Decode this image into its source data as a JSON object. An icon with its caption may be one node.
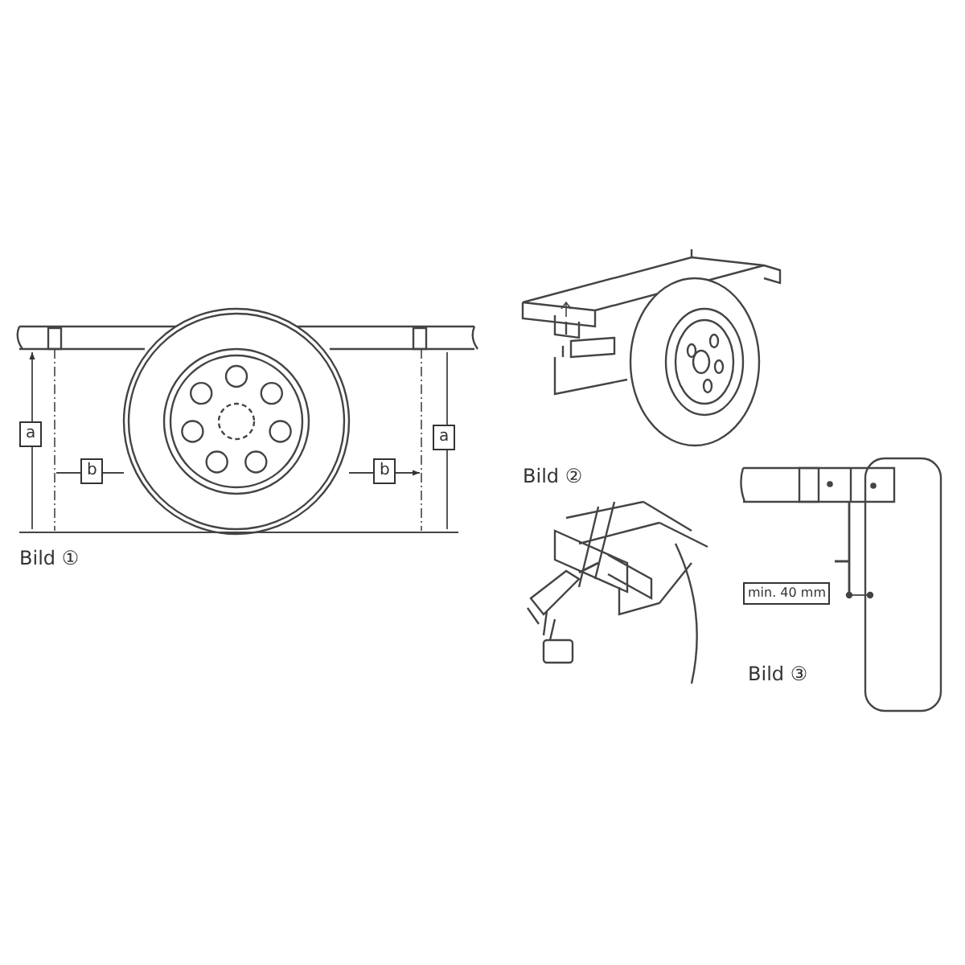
{
  "diagram": {
    "labels": [
      "a",
      "b",
      "b",
      "a",
      "Bild ①",
      "Bild ②",
      "min. 40 mm",
      "Bild ③"
    ]
  }
}
